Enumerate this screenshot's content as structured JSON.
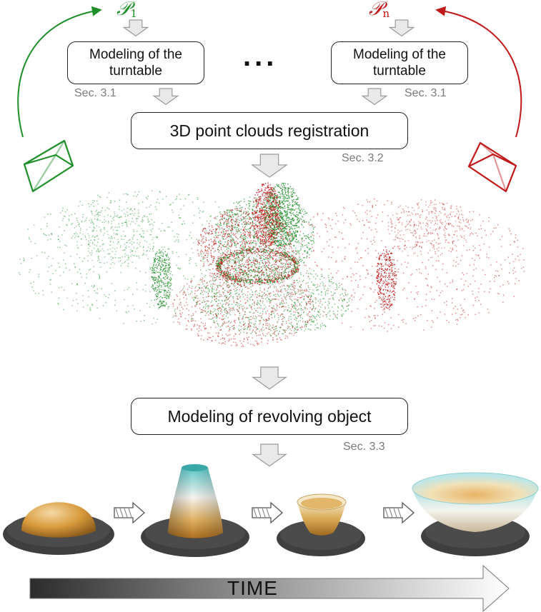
{
  "views": [
    {
      "symbol": "𝒫",
      "index": "1",
      "color": "#1f8f2a"
    },
    {
      "symbol": "𝒫",
      "index": "n",
      "color": "#c01818"
    }
  ],
  "ellipsis": "...",
  "pipeline": {
    "turntable_label_1": "Modeling of the turntable",
    "turntable_label_2": "Modeling of the turntable",
    "turntable_sec_1": "Sec. 3.1",
    "turntable_sec_2": "Sec. 3.1",
    "registration_label": "3D point clouds registration",
    "registration_sec": "Sec. 3.2",
    "revolving_label": "Modeling of revolving object",
    "revolving_sec": "Sec. 3.3"
  },
  "timeline_label": "TIME",
  "colors": {
    "view_green": "#1f8f2a",
    "view_red": "#c01818",
    "arrow_fill": "#e9e9e9",
    "arrow_stroke": "#9a9a9a",
    "turntable": "#3f3f3f",
    "object_warm": "#d89a3c",
    "object_cyan": "#5fc8c8"
  }
}
